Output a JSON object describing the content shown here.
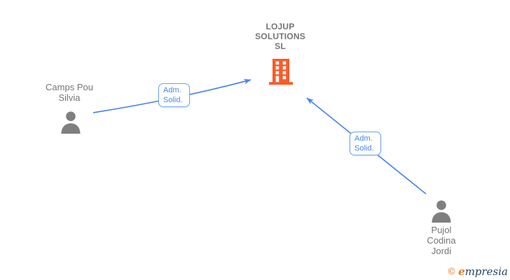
{
  "diagram": {
    "company": {
      "name_lines": [
        "LOJUP",
        "SOLUTIONS",
        "SL"
      ],
      "icon": "building-icon"
    },
    "persons": [
      {
        "name_lines": [
          "Camps Pou",
          "Silvia"
        ],
        "icon": "person-icon"
      },
      {
        "name_lines": [
          "Pujol",
          "Codina",
          "Jordi"
        ],
        "icon": "person-icon"
      }
    ],
    "edges": [
      {
        "from": "Camps Pou Silvia",
        "to": "LOJUP SOLUTIONS SL",
        "label_lines": [
          "Adm.",
          "Solid."
        ]
      },
      {
        "from": "Pujol Codina Jordi",
        "to": "LOJUP SOLUTIONS SL",
        "label_lines": [
          "Adm.",
          "Solid."
        ]
      }
    ]
  },
  "footer": {
    "copyright_symbol": "©",
    "brand_first_letter": "e",
    "brand_rest": "mpresia"
  },
  "colors": {
    "edge_blue": "#4a86e8",
    "label_border": "#73a2eb",
    "text_gray": "#757575",
    "building_orange": "#f95b28",
    "person_gray": "#7f7f7f",
    "logo_orange": "#e87722",
    "logo_navy": "#27465f"
  }
}
